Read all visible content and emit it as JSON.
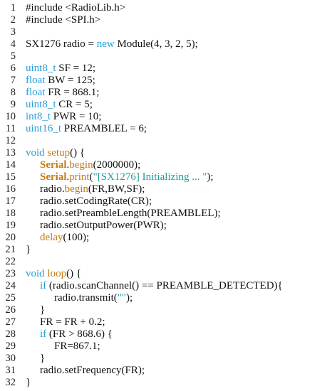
{
  "colors": {
    "keyword": "#2a9fd6",
    "function": "#c47a14",
    "string": "#1f9a9a",
    "text": "#111111"
  },
  "lines": [
    {
      "n": "1",
      "indent": 0,
      "tokens": [
        [
          "p",
          "#include <RadioLib.h>"
        ]
      ]
    },
    {
      "n": "2",
      "indent": 0,
      "tokens": [
        [
          "p",
          "#include <SPI.h>"
        ]
      ]
    },
    {
      "n": "3",
      "indent": 0,
      "tokens": []
    },
    {
      "n": "4",
      "indent": 0,
      "tokens": [
        [
          "p",
          "SX1276 radio = "
        ],
        [
          "kw",
          "new"
        ],
        [
          "p",
          " Module(4, 3, 2, 5);"
        ]
      ]
    },
    {
      "n": "5",
      "indent": 0,
      "tokens": []
    },
    {
      "n": "6",
      "indent": 0,
      "tokens": [
        [
          "type",
          "uint8_t"
        ],
        [
          "p",
          " SF = 12;"
        ]
      ]
    },
    {
      "n": "7",
      "indent": 0,
      "tokens": [
        [
          "type",
          "float"
        ],
        [
          "p",
          " BW = 125;"
        ]
      ]
    },
    {
      "n": "8",
      "indent": 0,
      "tokens": [
        [
          "type",
          "float"
        ],
        [
          "p",
          " FR = 868.1;"
        ]
      ]
    },
    {
      "n": "9",
      "indent": 0,
      "tokens": [
        [
          "type",
          "uint8_t"
        ],
        [
          "p",
          " CR = 5;"
        ]
      ]
    },
    {
      "n": "10",
      "indent": 0,
      "tokens": [
        [
          "type",
          "int8_t"
        ],
        [
          "p",
          " PWR = 10;"
        ]
      ]
    },
    {
      "n": "11",
      "indent": 0,
      "tokens": [
        [
          "type",
          "uint16_t"
        ],
        [
          "p",
          " PREAMBLEL = 6;"
        ]
      ]
    },
    {
      "n": "12",
      "indent": 0,
      "tokens": []
    },
    {
      "n": "13",
      "indent": 0,
      "tokens": [
        [
          "type",
          "void"
        ],
        [
          "p",
          " "
        ],
        [
          "fn",
          "setup"
        ],
        [
          "p",
          "() {"
        ]
      ]
    },
    {
      "n": "14",
      "indent": 20,
      "tokens": [
        [
          "cls",
          "Serial"
        ],
        [
          "p",
          "."
        ],
        [
          "fn",
          "begin"
        ],
        [
          "p",
          "(2000000);"
        ]
      ]
    },
    {
      "n": "15",
      "indent": 20,
      "tokens": [
        [
          "cls",
          "Serial"
        ],
        [
          "p",
          "."
        ],
        [
          "fn",
          "print"
        ],
        [
          "p",
          "("
        ],
        [
          "str",
          "\"[SX1276] Initializing ... \""
        ],
        [
          "p",
          ");"
        ]
      ]
    },
    {
      "n": "16",
      "indent": 20,
      "tokens": [
        [
          "p",
          "radio."
        ],
        [
          "fn",
          "begin"
        ],
        [
          "p",
          "(FR,BW,SF);"
        ]
      ]
    },
    {
      "n": "17",
      "indent": 20,
      "tokens": [
        [
          "p",
          "radio.setCodingRate(CR);"
        ]
      ]
    },
    {
      "n": "18",
      "indent": 20,
      "tokens": [
        [
          "p",
          "radio.setPreambleLength(PREAMBLEL);"
        ]
      ]
    },
    {
      "n": "19",
      "indent": 20,
      "tokens": [
        [
          "p",
          "radio.setOutputPower(PWR);"
        ]
      ]
    },
    {
      "n": "20",
      "indent": 20,
      "tokens": [
        [
          "fn",
          "delay"
        ],
        [
          "p",
          "(100);"
        ]
      ]
    },
    {
      "n": "21",
      "indent": 0,
      "tokens": [
        [
          "p",
          "}"
        ]
      ]
    },
    {
      "n": "22",
      "indent": 0,
      "tokens": []
    },
    {
      "n": "23",
      "indent": 0,
      "tokens": [
        [
          "type",
          "void"
        ],
        [
          "p",
          " "
        ],
        [
          "fn",
          "loop"
        ],
        [
          "p",
          "() {"
        ]
      ]
    },
    {
      "n": "24",
      "indent": 20,
      "tokens": [
        [
          "kw",
          "if"
        ],
        [
          "p",
          " (radio.scanChannel() == PREAMBLE_DETECTED){"
        ]
      ]
    },
    {
      "n": "25",
      "indent": 40,
      "tokens": [
        [
          "p",
          "radio.transmit("
        ],
        [
          "str",
          "\"\""
        ],
        [
          "p",
          ");"
        ]
      ]
    },
    {
      "n": "26",
      "indent": 20,
      "tokens": [
        [
          "p",
          "}"
        ]
      ]
    },
    {
      "n": "27",
      "indent": 20,
      "tokens": [
        [
          "p",
          "FR = FR + 0.2;"
        ]
      ]
    },
    {
      "n": "28",
      "indent": 20,
      "tokens": [
        [
          "kw",
          "if"
        ],
        [
          "p",
          " (FR > 868.6) {"
        ]
      ]
    },
    {
      "n": "29",
      "indent": 40,
      "tokens": [
        [
          "p",
          "FR=867.1;"
        ]
      ]
    },
    {
      "n": "30",
      "indent": 20,
      "tokens": [
        [
          "p",
          "}"
        ]
      ]
    },
    {
      "n": "31",
      "indent": 20,
      "tokens": [
        [
          "p",
          "radio.setFrequency(FR);"
        ]
      ]
    },
    {
      "n": "32",
      "indent": 0,
      "tokens": [
        [
          "p",
          "}"
        ]
      ]
    }
  ]
}
